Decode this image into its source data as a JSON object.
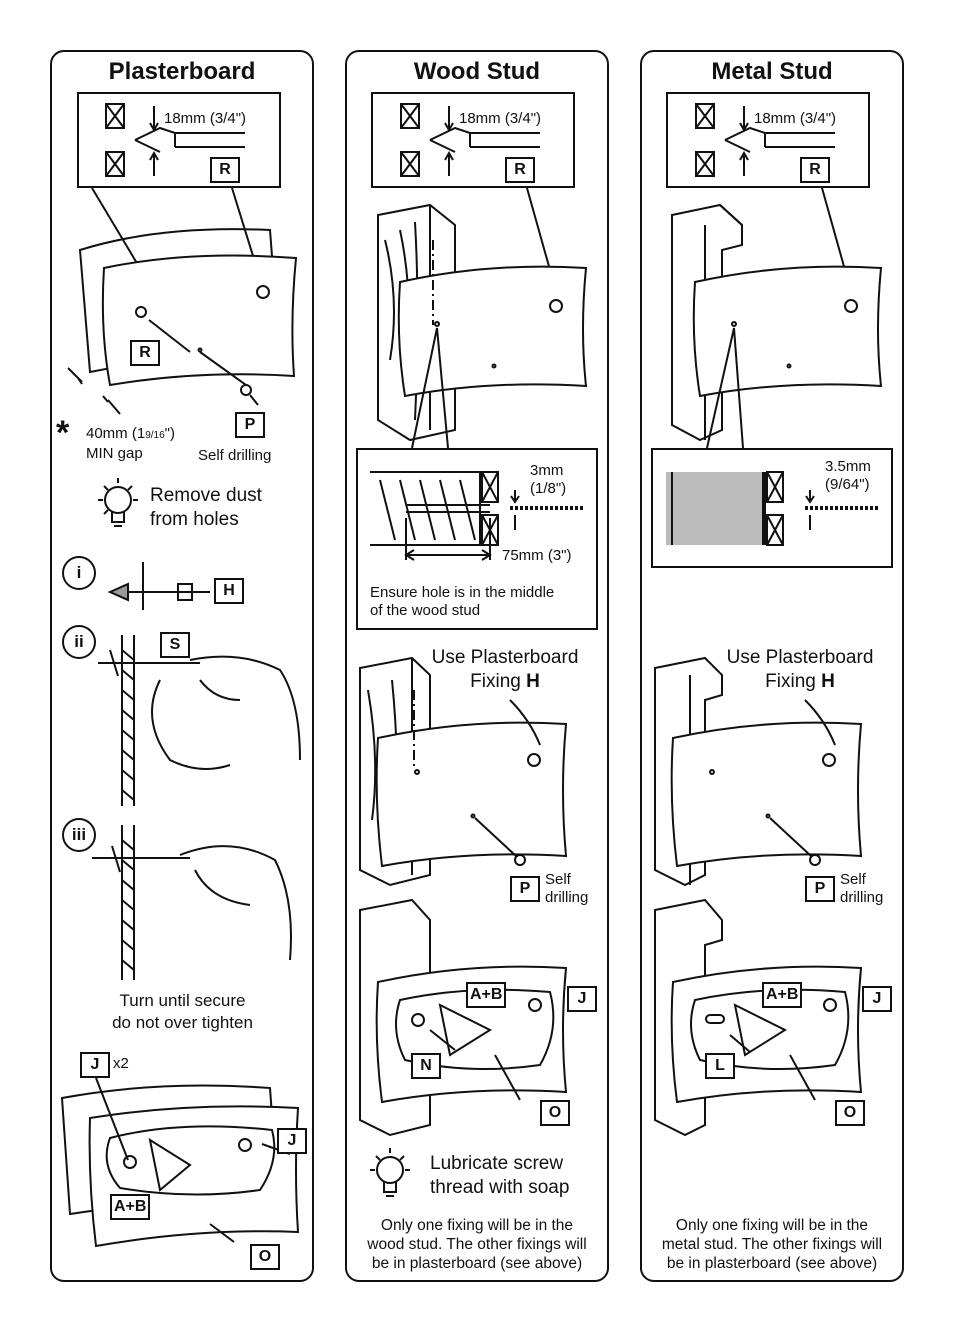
{
  "panels": {
    "plasterboard": {
      "title": "Plasterboard",
      "drill_size": "18mm (3/4\")",
      "gap_value": "40mm (1",
      "gap_fraction": "9/16",
      "gap_suffix": "\")",
      "gap_min": "MIN gap",
      "self_drilling": "Self drilling",
      "tip": "Remove dust\nfrom holes",
      "step1": "i",
      "step2": "ii",
      "step3": "iii",
      "turn_note": "Turn until secure\ndo not over tighten",
      "x2": "x2"
    },
    "wood": {
      "title": "Wood Stud",
      "drill_size": "18mm (3/4\")",
      "pilot_size": "3mm\n(1/8\")",
      "depth": "75mm (3\")",
      "ensure": "Ensure hole is in the middle\nof the wood stud",
      "use_fixing": "Use Plasterboard",
      "fixing_word": "Fixing",
      "self_drilling": "Self\ndrilling",
      "tip": "Lubricate screw\nthread with soap",
      "note": "Only one fixing will be in the\nwood stud. The other fixings will\nbe in plasterboard (see above)"
    },
    "metal": {
      "title": "Metal Stud",
      "drill_size": "18mm (3/4\")",
      "pilot_size": "3.5mm\n(9/64\")",
      "use_fixing": "Use Plasterboard",
      "fixing_word": "Fixing",
      "self_drilling": "Self\ndrilling",
      "note": "Only one fixing will be in the\nmetal stud. The other fixings will\nbe in plasterboard (see above)"
    }
  },
  "labels": {
    "R": "R",
    "P": "P",
    "H": "H",
    "S": "S",
    "J": "J",
    "AB": "A+B",
    "O": "O",
    "N": "N",
    "L": "L"
  }
}
